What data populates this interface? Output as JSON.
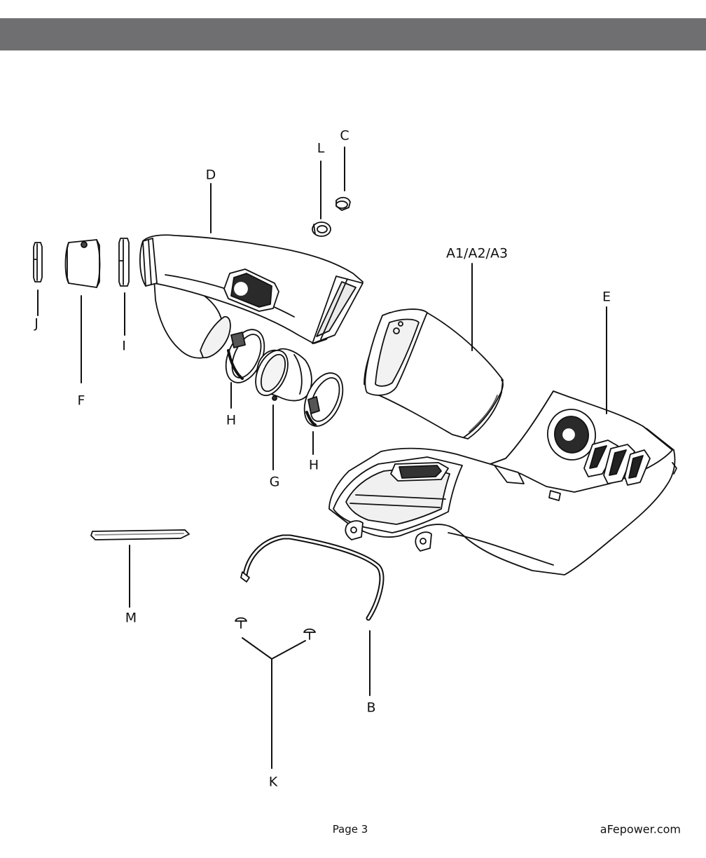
{
  "colors": {
    "header_bar": "#6f6f71",
    "line": "#111111"
  },
  "callouts": {
    "D": "D",
    "L": "L",
    "C": "C",
    "A": "A1/A2/A3",
    "E": "E",
    "J": "J",
    "F": "F",
    "I": "I",
    "H1": "H",
    "G": "G",
    "H2": "H",
    "M": "M",
    "B": "B",
    "K": "K"
  },
  "footer": {
    "page": "Page 3",
    "site": "aFepower.com"
  }
}
